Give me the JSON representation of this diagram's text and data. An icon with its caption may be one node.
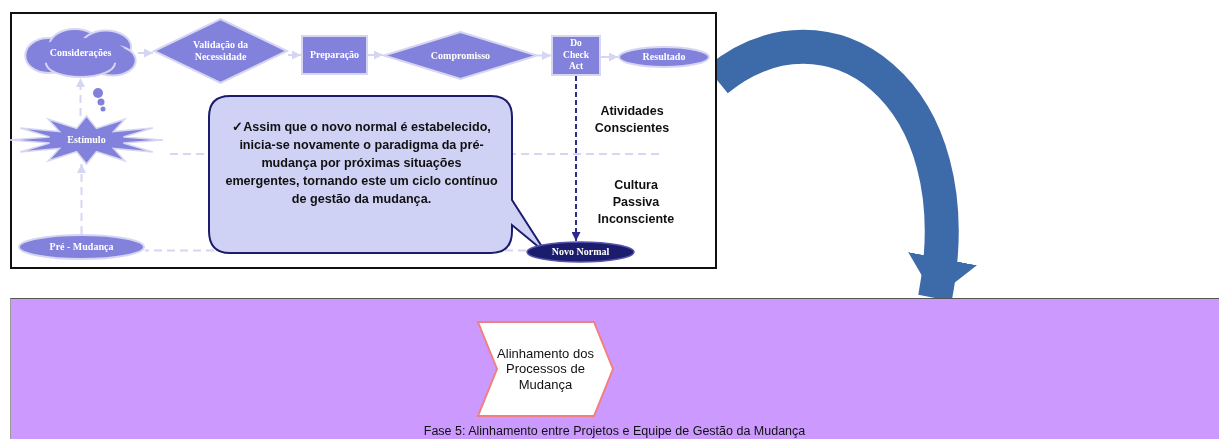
{
  "diagram": {
    "nodes": [
      {
        "text": [],
        "shape": "box"
      },
      {
        "text": [
          "Considerações"
        ],
        "in": 0
      },
      {
        "text": [
          "Validação da Necessidade"
        ],
        "in": 0
      },
      {
        "text": [
          "Preparação"
        ],
        "in": 0
      },
      {
        "text": [
          "Compromisso"
        ],
        "in": 0
      },
      {
        "text": [
          "Do Check Act"
        ],
        "in": 0
      },
      {
        "text": [
          "Resultado"
        ],
        "in": 0
      },
      {
        "text": [
          "Estímulo"
        ],
        "in": 0
      },
      {
        "text": [
          "✓Assim que o novo normal é estabelecido, inicia-se novamente o paradigma da pré-mudança por próximas situações emergentes, tornando este um ciclo contínuo de gestão da mudança."
        ],
        "in": 0
      },
      {
        "text": [
          "Pré - Mudança"
        ],
        "in": 0
      },
      {
        "text": [
          "Novo Normal"
        ],
        "in": 0
      },
      {
        "text": [
          "Fase 5: Alinhamento entre Projetos e Equipe de Gestão da Mudança"
        ]
      },
      {
        "text": [
          "Alinhamento dos Processos de Mudança"
        ],
        "in": 11
      }
    ],
    "edges": [
      {
        "from": 1,
        "to": 2,
        "arrow": "to"
      },
      {
        "from": 2,
        "to": 3,
        "arrow": "to"
      },
      {
        "from": 3,
        "to": 4,
        "arrow": "to"
      },
      {
        "from": 4,
        "to": 5,
        "arrow": "to"
      },
      {
        "from": 5,
        "to": 6,
        "arrow": "to"
      },
      {
        "from": 5,
        "to": 10,
        "arrow": "to",
        "style": "dashed",
        "color": "#2b2b8f"
      },
      {
        "from": 9,
        "to": 7,
        "arrow": "to",
        "style": "dashed"
      },
      {
        "from": 7,
        "to": 1,
        "arrow": "to",
        "style": "dashed"
      },
      {
        "from": 10,
        "to": 9,
        "arrow": "none",
        "style": "dashed"
      },
      {
        "from": 0,
        "to": 11,
        "arrow": "to",
        "style": "thick",
        "color": "#3d6aa8"
      }
    ],
    "labels": [
      "Atividades Conscientes",
      "Cultura Passiva Inconsciente"
    ]
  }
}
